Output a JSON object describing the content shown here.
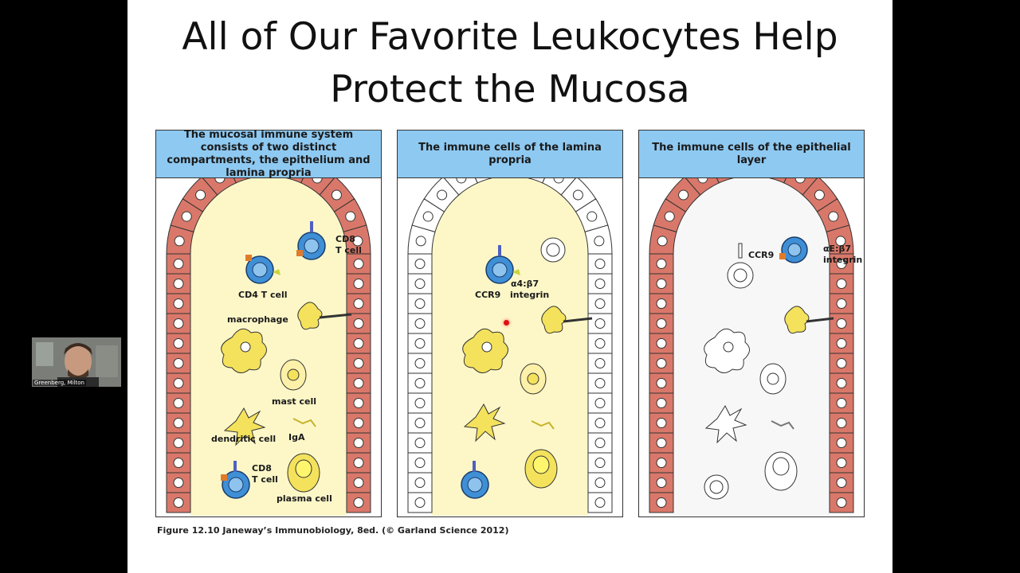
{
  "slide": {
    "title_line1": "All of Our Favorite Leukocytes Help",
    "title_line2": "Protect the Mucosa",
    "caption": "Figure 12.10  Janeway’s Immunobiology, 8ed. (© Garland Science 2012)"
  },
  "panels": [
    {
      "header": "The mucosal immune system consists of two distinct compartments, the epithelium and lamina propria",
      "labels": {
        "cd8_top": "CD8",
        "tcell_top": "T cell",
        "cd4": "CD4 T cell",
        "macrophage": "macrophage",
        "mast": "mast cell",
        "dendritic": "dendritic cell",
        "iga": "IgA",
        "cd8_bottom": "CD8",
        "tcell_bottom": "T cell",
        "plasma": "plasma cell"
      }
    },
    {
      "header": "The immune cells of the lamina propria",
      "labels": {
        "ccr9": "CCR9",
        "a4b7": "α4:β7",
        "integrin": "integrin"
      }
    },
    {
      "header": "The immune cells of the epithelial layer",
      "labels": {
        "ccr9": "CCR9",
        "aeb7": "αE:β7",
        "integrin": "integrin"
      }
    }
  ],
  "webcam": {
    "name": "Greenberg, Milton"
  },
  "colors": {
    "epithelium": "#d9786a",
    "lamina": "#fdf7c8",
    "header": "#8ec9f1",
    "tcell": "#3f8fd6",
    "yellow_cell": "#f4e25c"
  }
}
